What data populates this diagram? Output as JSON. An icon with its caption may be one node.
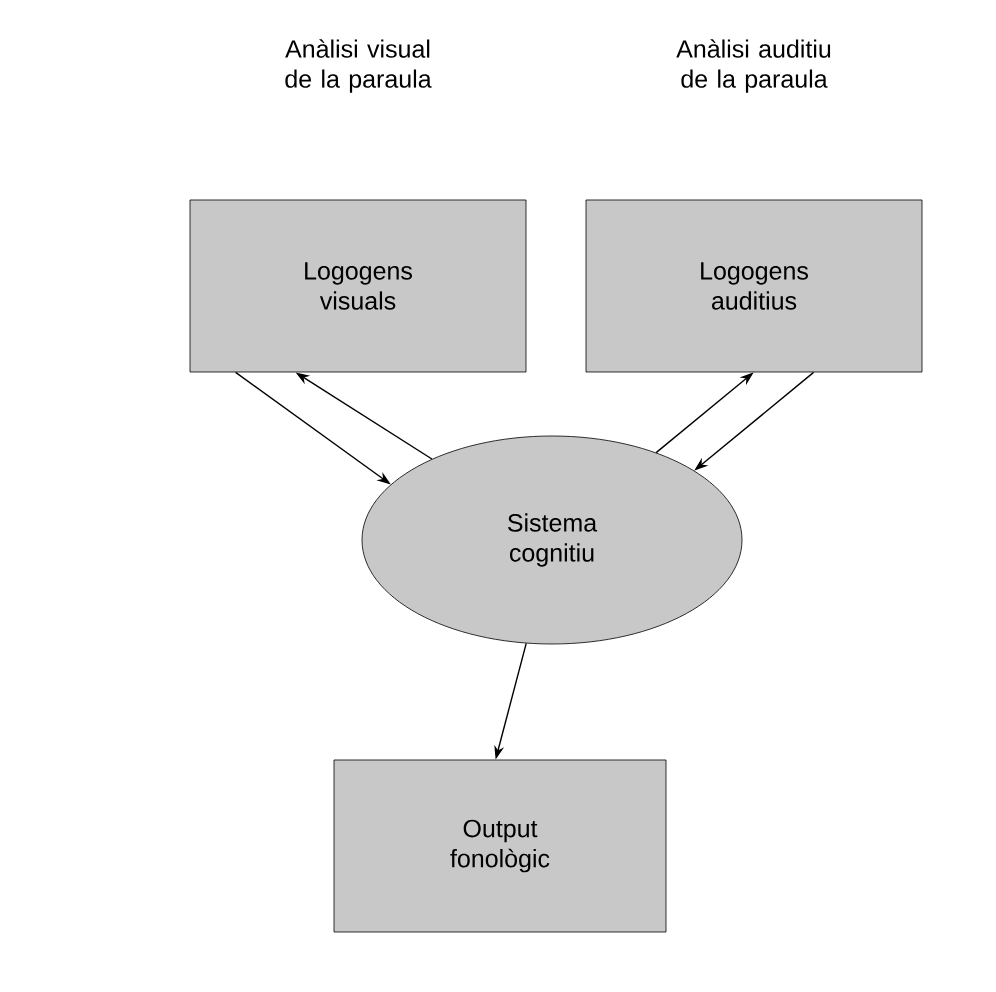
{
  "diagram": {
    "nodes": [
      {
        "text": [
          "Logogens visuals"
        ]
      },
      {
        "text": [
          "Logogens auditius"
        ]
      },
      {
        "text": [
          "Sistema cognitiu"
        ]
      },
      {
        "text": [
          "Output fonològic"
        ]
      }
    ],
    "edges": [
      {
        "from": 0,
        "to": 2,
        "arrow": "to"
      },
      {
        "from": 2,
        "to": 0,
        "arrow": "to"
      },
      {
        "from": 2,
        "to": 1,
        "arrow": "to"
      },
      {
        "from": 1,
        "to": 2,
        "arrow": "to"
      },
      {
        "from": 2,
        "to": 3,
        "arrow": "to"
      }
    ],
    "labels": [
      "Anàlisi visual de la paraula",
      "Anàlisi auditiu de la paraula"
    ]
  }
}
